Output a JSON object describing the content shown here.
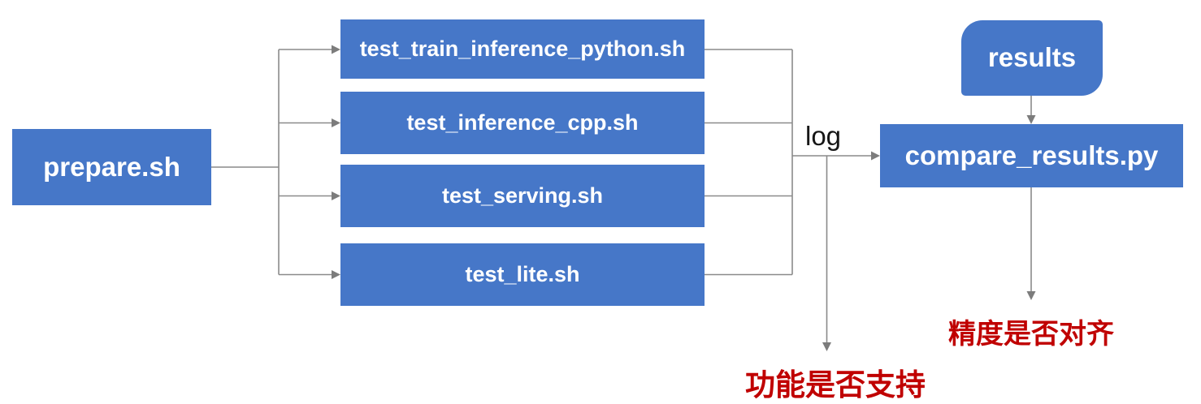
{
  "diagram": {
    "colors": {
      "canvas_bg": "#ffffff",
      "node_fill": "#4677C8",
      "node_text": "#ffffff",
      "connector": "#8a8a8a",
      "arrowhead": "#7c7c7c",
      "log_text": "#161616",
      "warning": "#c00000"
    },
    "nodes": {
      "prepare": {
        "label": "prepare.sh"
      },
      "test_scripts": [
        {
          "label": "test_train_inference_python.sh"
        },
        {
          "label": "test_inference_cpp.sh"
        },
        {
          "label": "test_serving.sh"
        },
        {
          "label": "test_lite.sh"
        }
      ],
      "results": {
        "label": "results"
      },
      "compare": {
        "label": "compare_results.py"
      }
    },
    "labels": {
      "log": "log",
      "function_support": "功能是否支持",
      "precision_align": "精度是否对齐"
    }
  }
}
